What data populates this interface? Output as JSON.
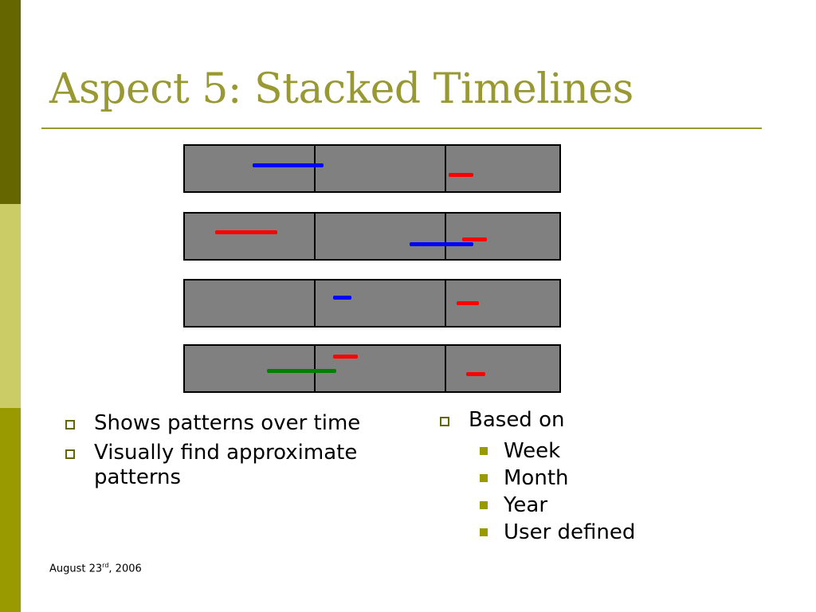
{
  "title": "Aspect 5: Stacked Timelines",
  "timelines": [
    {
      "segments": [
        {
          "color": "#0000ff",
          "start": 0.18,
          "end": 0.37
        },
        {
          "color": "#ff0000",
          "start": 0.705,
          "end": 0.77
        }
      ]
    },
    {
      "segments": [
        {
          "color": "#ff0000",
          "start": 0.08,
          "end": 0.245
        },
        {
          "color": "#ff0000",
          "start": 0.74,
          "end": 0.805
        },
        {
          "color": "#0000ff",
          "start": 0.6,
          "end": 0.77
        }
      ]
    },
    {
      "segments": [
        {
          "color": "#0000ff",
          "start": 0.395,
          "end": 0.445
        },
        {
          "color": "#ff0000",
          "start": 0.725,
          "end": 0.785
        }
      ]
    },
    {
      "segments": [
        {
          "color": "#ff0000",
          "start": 0.395,
          "end": 0.46
        },
        {
          "color": "#008000",
          "start": 0.22,
          "end": 0.405
        },
        {
          "color": "#ff0000",
          "start": 0.75,
          "end": 0.8
        }
      ]
    }
  ],
  "left_bullets": [
    "Shows patterns over time",
    "Visually find approximate patterns"
  ],
  "right_bullet": "Based on",
  "right_sub": [
    "Week",
    "Month",
    "Year",
    "User defined"
  ],
  "footer": {
    "month_day": "August 23",
    "suffix": "rd",
    "year": ", 2006"
  }
}
